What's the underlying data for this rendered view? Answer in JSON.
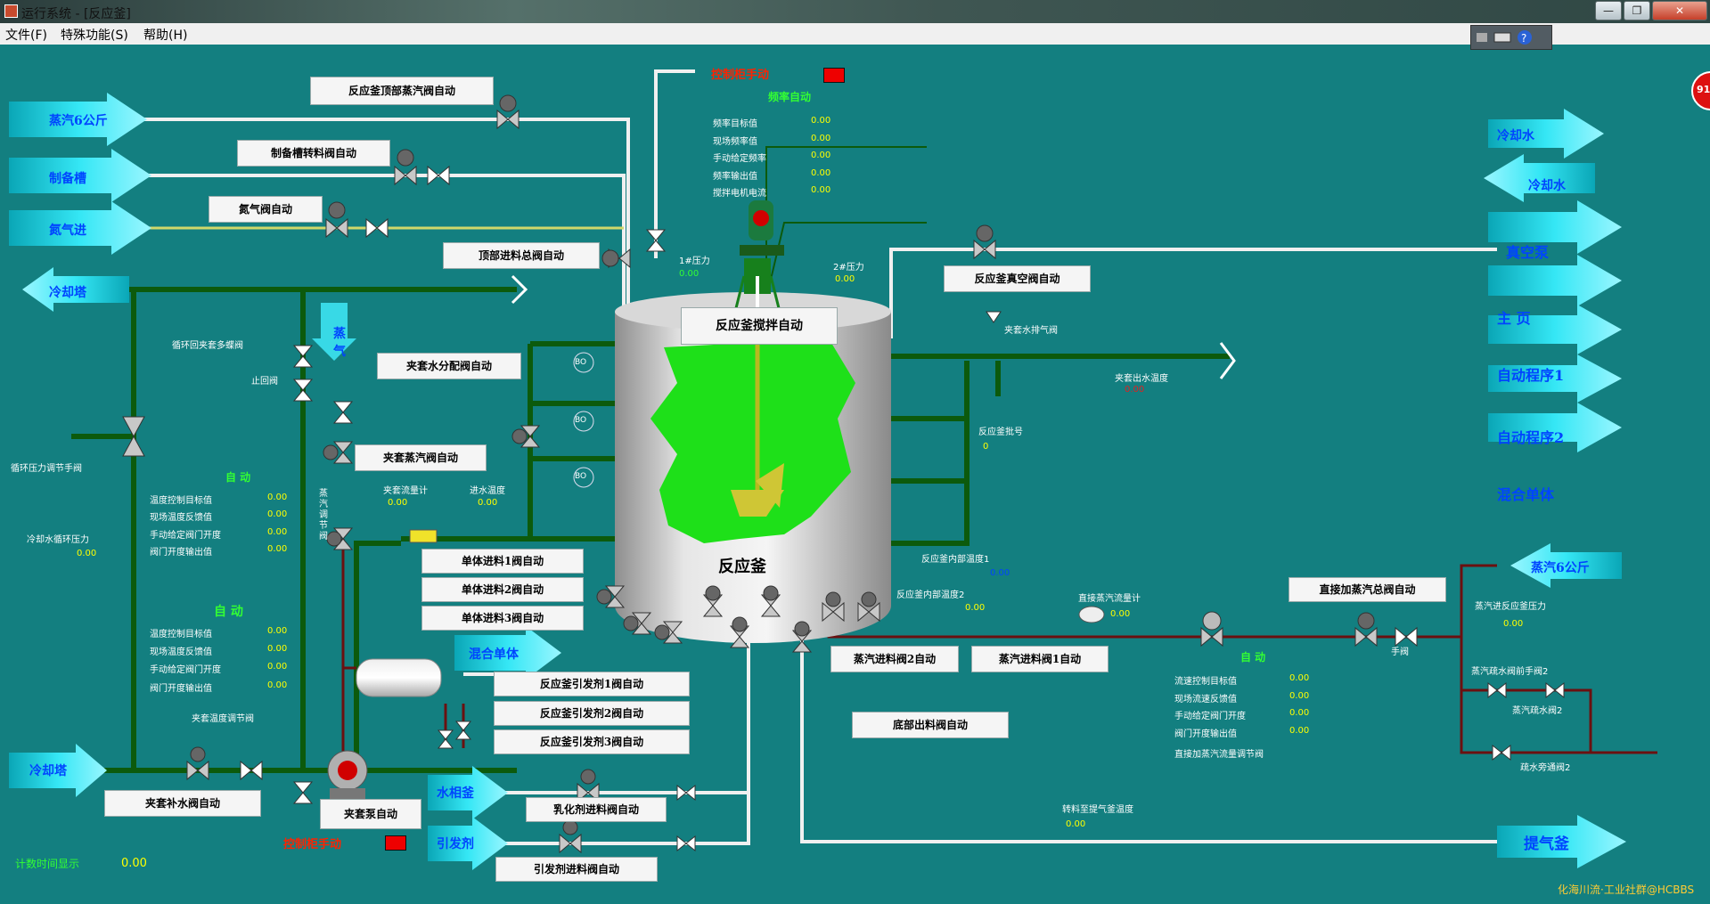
{
  "window": {
    "title": "运行系统 - [反应釜]",
    "min": "—",
    "max": "❐",
    "close": "✕"
  },
  "menu": {
    "file": "文件(F)",
    "special": "特殊功能(S)",
    "help": "帮助(H)"
  },
  "badge": "91",
  "arrows": {
    "steam6": "蒸汽6公斤",
    "prep_tank": "制备槽",
    "nitrogen_in": "氮气进",
    "cooling_tower_top": "冷却塔",
    "cooling_tower_bottom": "冷却塔",
    "mix_monomer_in": "混合单体",
    "water_phase": "水相釜",
    "initiator": "引发剂",
    "cooling_water_1": "冷却水",
    "cooling_water_2": "冷却水",
    "vacuum_pump": "真空泵",
    "home": "主 页",
    "auto_prog1": "自动程序1",
    "auto_prog2": "自动程序2",
    "mix_monomer_nav": "混合单体",
    "steam6_right": "蒸汽6公斤",
    "stripping_kettle": "提气釜"
  },
  "buttons": {
    "top_steam_valve": "反应釜顶部蒸汽阀自动",
    "prep_tank_valve": "制备槽转料阀自动",
    "nitrogen_valve": "氮气阀自动",
    "top_feed_main_valve": "顶部进料总阀自动",
    "stirrer_auto": "反应釜搅拌自动",
    "vacuum_valve": "反应釜真空阀自动",
    "jacket_water_dist_valve": "夹套水分配阀自动",
    "jacket_steam_valve": "夹套蒸汽阀自动",
    "monomer_feed1": "单体进料1阀自动",
    "monomer_feed2": "单体进料2阀自动",
    "monomer_feed3": "单体进料3阀自动",
    "initiator1": "反应釜引发剂1阀自动",
    "initiator2": "反应釜引发剂2阀自动",
    "initiator3": "反应釜引发剂3阀自动",
    "steam_feed2": "蒸汽进料阀2自动",
    "steam_feed1": "蒸汽进料阀1自动",
    "bottom_discharge": "底部出料阀自动",
    "direct_steam_main": "直接加蒸汽总阀自动",
    "jacket_makeup_water": "夹套补水阀自动",
    "jacket_pump": "夹套泵自动",
    "emulsifier_feed": "乳化剂进料阀自动",
    "initiator_feed": "引发剂进料阀自动"
  },
  "control_top": {
    "label": "控制柜手动"
  },
  "control_bottom": {
    "label": "控制柜手动"
  },
  "freq_panel": {
    "title": "频率自动",
    "rows": [
      {
        "label": "频率目标值",
        "value": "0.00"
      },
      {
        "label": "现场频率值",
        "value": "0.00"
      },
      {
        "label": "手动给定频率",
        "value": "0.00"
      },
      {
        "label": "频率输出值",
        "value": "0.00"
      },
      {
        "label": "搅拌电机电流",
        "value": "0.00"
      }
    ]
  },
  "pressure1": {
    "label": "1#压力",
    "value": "0.00"
  },
  "pressure2": {
    "label": "2#压力",
    "value": "0.00"
  },
  "reactor_label": "反应釜",
  "temp_panel1": {
    "title": "自 动",
    "rows": [
      {
        "label": "温度控制目标值",
        "value": "0.00"
      },
      {
        "label": "现场温度反馈值",
        "value": "0.00"
      },
      {
        "label": "手动给定阀门开度",
        "value": "0.00"
      },
      {
        "label": "阀门开度输出值",
        "value": "0.00"
      }
    ]
  },
  "temp_panel2": {
    "title": "自 动",
    "rows": [
      {
        "label": "温度控制目标值",
        "value": "0.00"
      },
      {
        "label": "现场温度反馈值",
        "value": "0.00"
      },
      {
        "label": "手动给定阀门开度",
        "value": "0.00"
      },
      {
        "label": "阀门开度输出值",
        "value": "0.00"
      }
    ]
  },
  "flow_panel": {
    "title": "自 动",
    "rows": [
      {
        "label": "流速控制目标值",
        "value": "0.00"
      },
      {
        "label": "现场流速反馈值",
        "value": "0.00"
      },
      {
        "label": "手动给定阀门开度",
        "value": "0.00"
      },
      {
        "label": "阀门开度输出值",
        "value": "0.00"
      }
    ],
    "footer": "直接加蒸汽流量调节阀"
  },
  "labels": {
    "loop_back_valve": "循环回夹套多蝶阀",
    "check_valve": "止回阀",
    "steam_vertical": "蒸\n气",
    "loop_pressure_hand_valve": "循环压力调节手阀",
    "cooling_water_loop_pressure": "冷却水循环压力",
    "cooling_water_loop_pressure_value": "0.00",
    "jacket_flowmeter": "夹套流量计",
    "jacket_flowmeter_value": "0.00",
    "inlet_water_temp": "进水温度",
    "inlet_water_temp_value": "0.00",
    "steam_regulating_valve": "蒸\n汽\n调\n节\n阀",
    "jacket_temp_reg_valve": "夹套温度调节阀",
    "jacket_vent_valve": "夹套水排气阀",
    "jacket_outlet_temp": "夹套出水温度",
    "jacket_outlet_temp_value": "0.00",
    "batch_no": "反应釜批号",
    "batch_no_value": "0",
    "internal_temp1": "反应釜内部温度1",
    "internal_temp1_value": "0.00",
    "internal_temp2": "反应釜内部温度2",
    "internal_temp2_value": "0.00",
    "direct_steam_flowmeter": "直接蒸汽流量计",
    "direct_steam_flowmeter_value": "0.00",
    "steam_in_reactor_pressure": "蒸汽进反应釜压力",
    "steam_in_reactor_pressure_value": "0.00",
    "hand_valve": "手阀",
    "steam_drain_front_hand2": "蒸汽疏水阀前手阀2",
    "steam_drain2": "蒸汽疏水阀2",
    "drain_bypass2": "疏水旁通阀2",
    "discharge_temp": "转料至提气釜温度",
    "discharge_temp_value": "0.00",
    "timer": "计数时间显示",
    "timer_value": "0.00",
    "watermark": "化海川流·工业社群@HCBBS",
    "sight1": "BO",
    "sight2": "BO",
    "sight3": "BO"
  },
  "colors": {
    "background": "#137f80",
    "pipe_green": "#0c5a0c",
    "pipe_white": "#f2f2f2",
    "pipe_red": "#7a1010",
    "pipe_yellow": "#d8d85a"
  }
}
